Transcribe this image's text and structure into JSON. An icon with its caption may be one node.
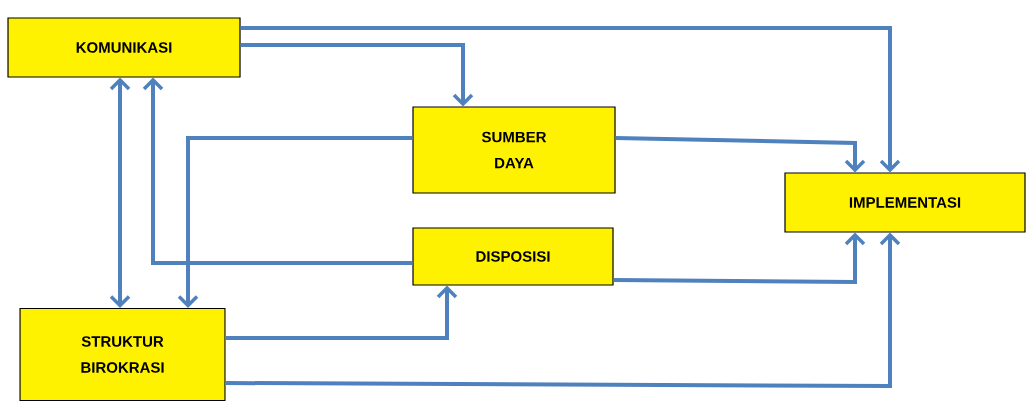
{
  "diagram": {
    "nodes": [
      {
        "text": [
          "KOMUNIKASI"
        ]
      },
      {
        "text": [
          "SUMBER DAYA"
        ]
      },
      {
        "text": [
          "IMPLEMENTASI"
        ]
      },
      {
        "text": [
          "DISPOSISI"
        ]
      },
      {
        "text": [
          "STRUKTUR BIROKRASI"
        ]
      }
    ],
    "edges": [
      {
        "from": 0,
        "to": 2,
        "arrow": "to"
      },
      {
        "from": 0,
        "to": 1,
        "arrow": "to"
      },
      {
        "from": 0,
        "to": 4,
        "arrow": "both"
      },
      {
        "from": 3,
        "to": 0,
        "arrow": "to"
      },
      {
        "from": 1,
        "to": 4,
        "arrow": "to"
      },
      {
        "from": 1,
        "to": 2,
        "arrow": "to"
      },
      {
        "from": 3,
        "to": 2,
        "arrow": "to"
      },
      {
        "from": 4,
        "to": 3,
        "arrow": "to"
      },
      {
        "from": 4,
        "to": 2,
        "arrow": "to"
      }
    ]
  }
}
